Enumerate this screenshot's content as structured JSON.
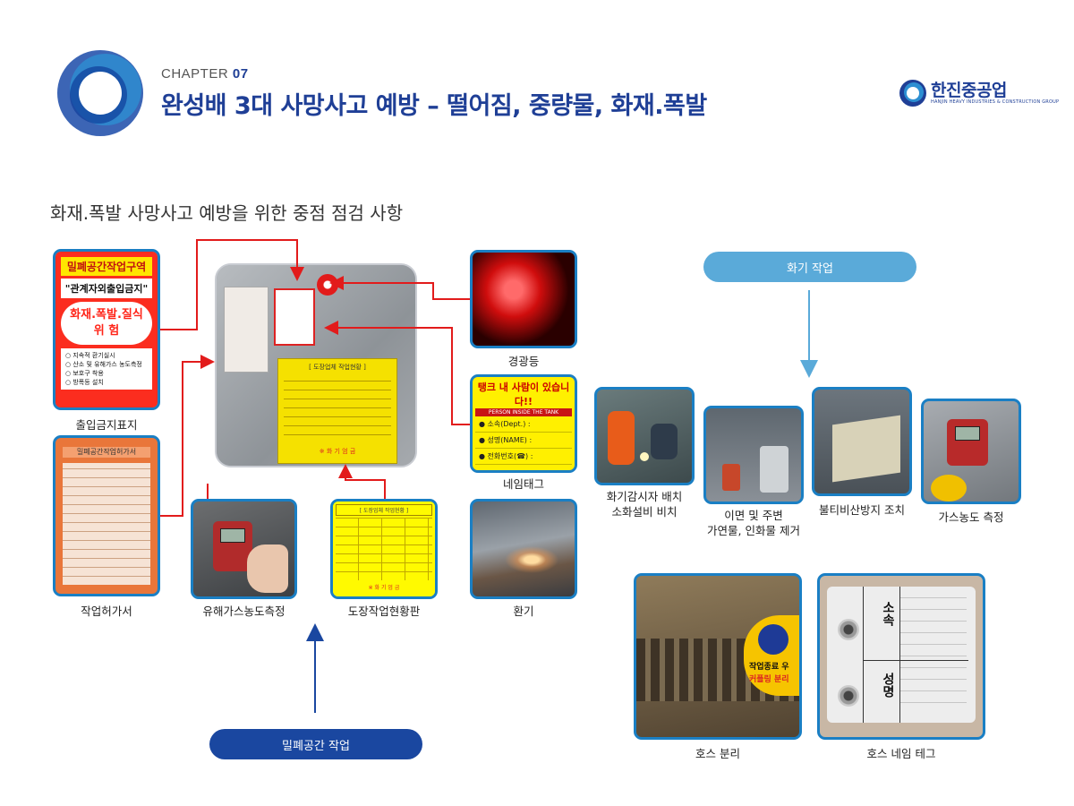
{
  "header": {
    "chapter_label": "CHAPTER",
    "chapter_number": "07",
    "title": "완성배 3대 사망사고 예방 – 떨어짐, 중량물, 화재.폭발"
  },
  "logo": {
    "name": "한진중공업",
    "subline": "HANJIN HEAVY INDUSTRIES & CONSTRUCTION GROUP"
  },
  "section_title": "화재.폭발 사망사고 예방을 위한 중점 점검 사항",
  "confined_space": {
    "label": "밀폐공간 작업",
    "items": [
      {
        "caption": "출입금지표지"
      },
      {
        "caption": "작업허가서"
      },
      {
        "caption": "유해가스농도측정"
      },
      {
        "caption": "도장작업현황판"
      },
      {
        "caption": "경광등"
      },
      {
        "caption": "네임태그"
      },
      {
        "caption": "환기"
      }
    ]
  },
  "hot_work": {
    "label": "화기 작업",
    "items": [
      {
        "caption_lines": [
          "화기감시자 배치",
          "소화설비 비치"
        ]
      },
      {
        "caption_lines": [
          "이면 및 주변",
          "가연물, 인화물 제거"
        ]
      },
      {
        "caption": "불티비산방지 조치"
      },
      {
        "caption": "가스농도 측정"
      }
    ]
  },
  "hose": {
    "items": [
      {
        "caption": "호스 분리"
      },
      {
        "caption": "호스 네임 테그"
      }
    ]
  },
  "sign_entry": {
    "header": "밀폐공간작업구역",
    "notice": "\"관계자외출입금지\"",
    "danger_line1": "화재.폭발.질식",
    "danger_line2": "위 험",
    "list": [
      "○ 지속적 환기실시",
      "○ 산소 및 유해가스 농도측정",
      "○ 보호구 착용",
      "○ 방폭등 설치"
    ]
  },
  "permit": {
    "header": "밀폐공간작업허가서"
  },
  "board": {
    "header": "[ 도장업체 작업현황 ]",
    "footer": "※ 화 기 엄 금"
  },
  "name_tag_sign": {
    "header": "탱크 내 사람이 있습니다!!",
    "header_en": "PERSON INSIDE THE TANK",
    "rows": [
      "● 소속(Dept.) :",
      "● 성명(NAME) :",
      "● 전화번호(☎) :"
    ]
  },
  "hose_tag": {
    "label1": "소속",
    "label2": "성명"
  },
  "hose_sign": {
    "text1": "작업종료 우",
    "text2": "커플링 분리"
  },
  "colors": {
    "brand": "#1f3f96",
    "card_border": "#1a7fc4",
    "pill_light": "#5aaad9",
    "pill_dark": "#1a47a0",
    "arrow_red": "#e21b1b",
    "arrow_blue": "#1a47a0",
    "arrow_light": "#5aaad9"
  }
}
